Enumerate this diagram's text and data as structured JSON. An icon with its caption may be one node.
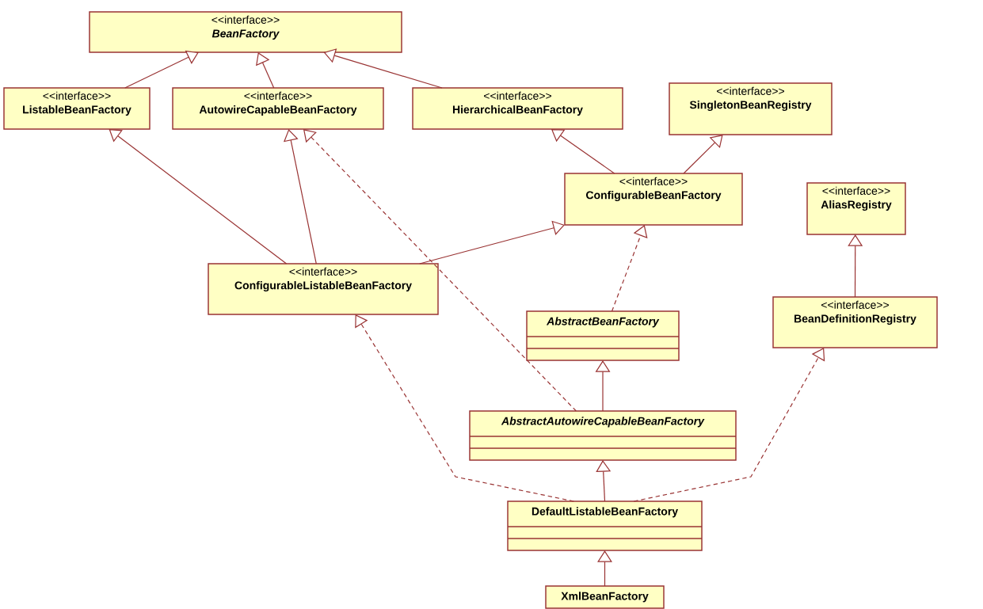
{
  "diagram": {
    "nodes": [
      {
        "text": [
          "<<interface>>",
          "BeanFactory"
        ]
      },
      {
        "text": [
          "<<interface>>",
          "ListableBeanFactory"
        ]
      },
      {
        "text": [
          "<<interface>>",
          "AutowireCapableBeanFactory"
        ]
      },
      {
        "text": [
          "<<interface>>",
          "HierarchicalBeanFactory"
        ]
      },
      {
        "text": [
          "<<interface>>",
          "SingletonBeanRegistry"
        ]
      },
      {
        "text": [
          "<<interface>>",
          "ConfigurableBeanFactory"
        ]
      },
      {
        "text": [
          "<<interface>>",
          "AliasRegistry"
        ]
      },
      {
        "text": [
          "<<interface>>",
          "ConfigurableListableBeanFactory"
        ]
      },
      {
        "text": [
          "AbstractBeanFactory"
        ]
      },
      {
        "text": [
          "<<interface>>",
          "BeanDefinitionRegistry"
        ]
      },
      {
        "text": [
          "AbstractAutowireCapableBeanFactory"
        ]
      },
      {
        "text": [
          "DefaultListableBeanFactory"
        ]
      },
      {
        "text": [
          "XmlBeanFactory"
        ]
      }
    ],
    "edges": [
      {
        "from": 1,
        "to": 0,
        "arrow": "to"
      },
      {
        "from": 2,
        "to": 0,
        "arrow": "to"
      },
      {
        "from": 3,
        "to": 0,
        "arrow": "to"
      },
      {
        "from": 5,
        "to": 3,
        "arrow": "to"
      },
      {
        "from": 5,
        "to": 4,
        "arrow": "to"
      },
      {
        "from": 7,
        "to": 1,
        "arrow": "to"
      },
      {
        "from": 7,
        "to": 2,
        "arrow": "to"
      },
      {
        "from": 7,
        "to": 5,
        "arrow": "to"
      },
      {
        "from": 8,
        "to": 5,
        "arrow": "to",
        "style": "dashed"
      },
      {
        "from": 9,
        "to": 6,
        "arrow": "to"
      },
      {
        "from": 10,
        "to": 8,
        "arrow": "to"
      },
      {
        "from": 10,
        "to": 2,
        "arrow": "to",
        "style": "dashed"
      },
      {
        "from": 11,
        "to": 10,
        "arrow": "to"
      },
      {
        "from": 11,
        "to": 7,
        "arrow": "to",
        "style": "dashed"
      },
      {
        "from": 11,
        "to": 9,
        "arrow": "to",
        "style": "dashed"
      },
      {
        "from": 12,
        "to": 11,
        "arrow": "to"
      }
    ]
  }
}
